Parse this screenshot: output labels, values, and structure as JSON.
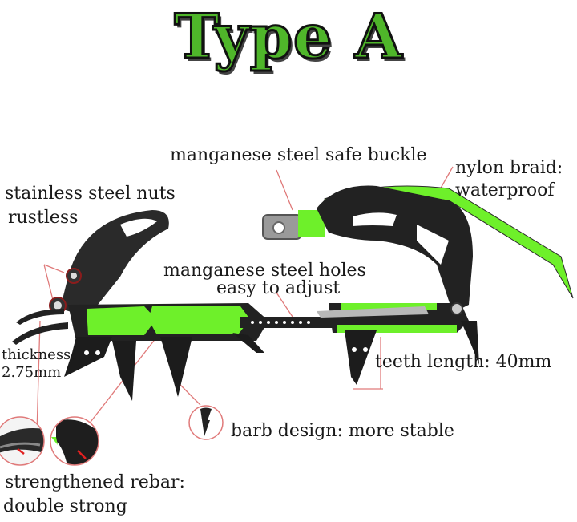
{
  "title": "Type A",
  "colors": {
    "accent_green": "#6ef02a",
    "title_green": "#4fb62a",
    "frame_black": "#1c1c1c",
    "leader_line": "#e07a7a",
    "callout_red": "#e02020"
  },
  "annotations": {
    "safe_buckle": "manganese steel safe buckle",
    "nylon_line1": "nylon braid:",
    "nylon_line2": "waterproof",
    "nuts_line1": "stainless steel nuts",
    "nuts_line2": "rustless",
    "holes_line1": "manganese steel holes",
    "holes_line2": "easy to adjust",
    "thickness_line1": "thickness:",
    "thickness_line2": "2.75mm",
    "teeth_length": "teeth length: 40mm",
    "barb": "barb design: more stable",
    "rebar_line1": "strengthened rebar:",
    "rebar_line2": "double strong"
  },
  "icons": {
    "barb_detail": "barb-tooth-detail-icon",
    "rebar_detail_left": "rebar-detail-left-icon",
    "rebar_detail_right": "rebar-detail-right-icon"
  }
}
